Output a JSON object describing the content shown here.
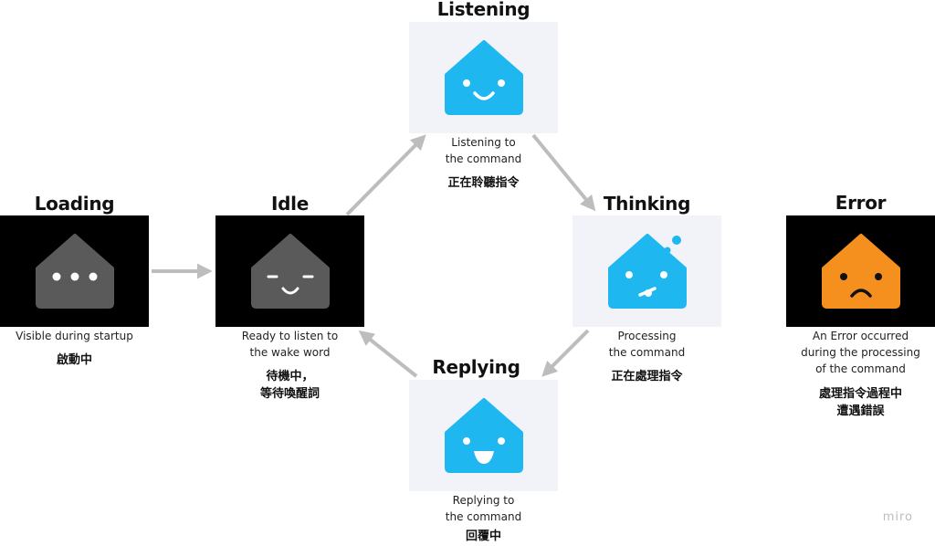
{
  "colors": {
    "dark_panel": "#000000",
    "light_panel": "#f2f3f8",
    "gray_house": "#5a5a5a",
    "blue_house": "#1fb7ef",
    "orange_house": "#f5901f",
    "arrow": "#bdbdbd"
  },
  "states": {
    "loading": {
      "title": "Loading",
      "caption": [
        "Visible during startup"
      ],
      "zh": [
        "啟動中"
      ]
    },
    "idle": {
      "title": "Idle",
      "caption": [
        "Ready to listen to",
        "the wake word"
      ],
      "zh": [
        "待機中，",
        "等待喚醒詞"
      ]
    },
    "listening": {
      "title": "Listening",
      "caption": [
        "Listening to",
        "the command"
      ],
      "zh": [
        "正在聆聽指令"
      ]
    },
    "thinking": {
      "title": "Thinking",
      "caption": [
        "Processing",
        "the command"
      ],
      "zh": [
        "正在處理指令"
      ]
    },
    "replying": {
      "title": "Replying",
      "caption": [
        "Replying to",
        "the command"
      ],
      "zh": [
        "回覆中"
      ]
    },
    "error": {
      "title": "Error",
      "caption": [
        "An Error occurred",
        "during the processing",
        "of the command"
      ],
      "zh": [
        "處理指令過程中",
        "遭遇錯誤"
      ]
    }
  },
  "brand": "miro"
}
